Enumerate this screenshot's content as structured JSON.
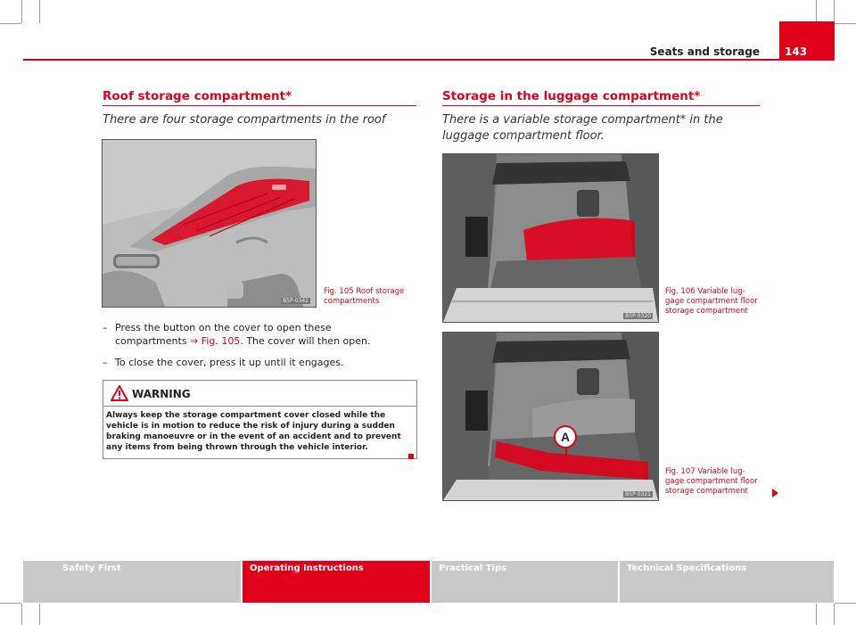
{
  "header": {
    "title": "Seats and storage",
    "page_number": "143"
  },
  "left": {
    "heading": "Roof storage compartment*",
    "intro": "There are four storage compartments in the roof",
    "figure": {
      "code": "B5P-0342",
      "caption": "Fig. 105   Roof storage compartments"
    },
    "steps": [
      {
        "before": "Press the button on the cover to open these compartments ",
        "ref": "⇒ Fig. 105",
        "after": ". The cover will then open."
      },
      {
        "before": "To close the cover, press it up until it engages.",
        "ref": "",
        "after": ""
      }
    ],
    "warning": {
      "title": "WARNING",
      "body": "Always keep the storage compartment cover closed while the vehicle is in motion to reduce the risk of injury during a sudden braking manoeuvre or in the event of an accident and to prevent any items from being thrown through the vehicle interior."
    }
  },
  "right": {
    "heading": "Storage in the luggage compartment*",
    "intro": "There is a variable storage compartment* in the luggage compartment floor.",
    "figures": [
      {
        "code": "B5P-0320",
        "caption": "Fig. 106   Variable lug-gage compartment floor storage compartment"
      },
      {
        "code": "B5P-0321",
        "caption": "Fig. 107   Variable lug-gage compartment floor storage compartment",
        "label": "A"
      }
    ]
  },
  "footer": {
    "tabs": [
      {
        "label": "Safety First",
        "color": "#c8c8c8"
      },
      {
        "label": "Operating Instructions",
        "color": "#e0001a"
      },
      {
        "label": "Practical Tips",
        "color": "#c8c8c8"
      },
      {
        "label": "Technical Specifications",
        "color": "#c8c8c8"
      }
    ]
  },
  "colors": {
    "accent": "#e0001a",
    "footer_inactive": "#c8c8c8"
  },
  "icons": {
    "warning": "warning-triangle-icon",
    "section_end": "red-square-end-icon",
    "continued": "red-arrow-continue-icon"
  }
}
